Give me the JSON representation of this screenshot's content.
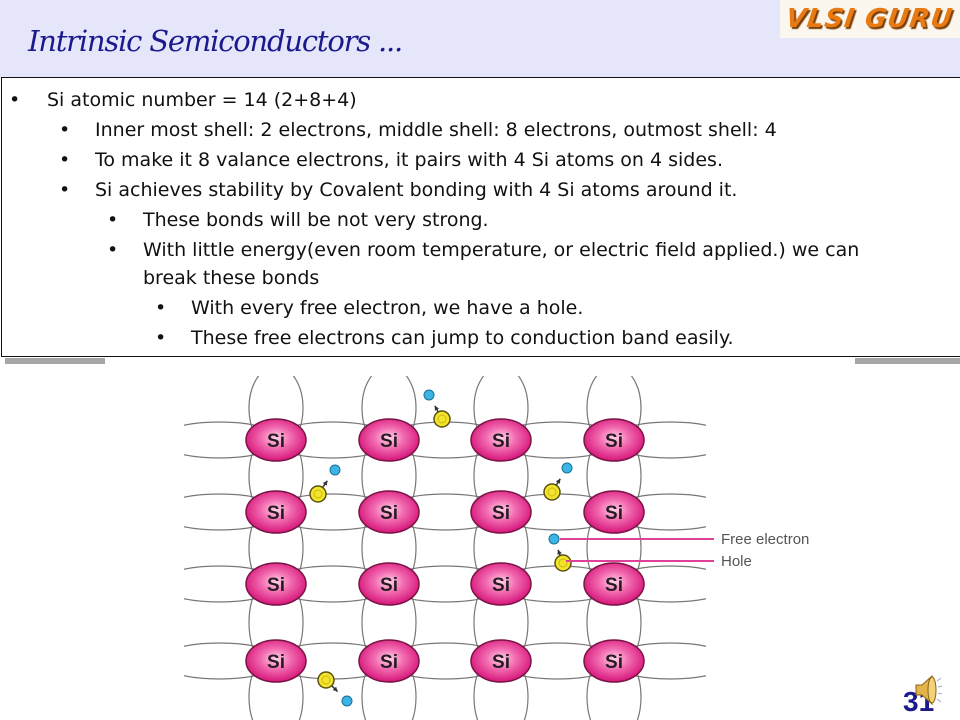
{
  "slide": {
    "title": "Intrinsic Semiconductors ...",
    "logo_text": "VLSI GURU",
    "page_number": "31",
    "colors": {
      "title": "#1a1a8c",
      "header_bg": "#e6e6fb",
      "logo": "#e87a13",
      "atom": "#e0207a",
      "hole": "#f2e52b",
      "electron": "#3cb4e6",
      "label_line": "#e0409a"
    }
  },
  "bullets": [
    {
      "level": 1,
      "text": "Si atomic number = 14 (2+8+4)"
    },
    {
      "level": 2,
      "text": "Inner most shell: 2 electrons, middle shell: 8 electrons, outmost shell: 4"
    },
    {
      "level": 2,
      "text": "To make it 8 valance electrons, it pairs with 4 Si atoms on 4 sides."
    },
    {
      "level": 2,
      "text": "Si achieves stability by Covalent bonding with 4 Si atoms around it."
    },
    {
      "level": 3,
      "text": "These bonds will be not very strong."
    },
    {
      "level": 3,
      "text": "With little energy(even room temperature, or electric field applied.) we can"
    },
    {
      "level": 3,
      "text": "break these bonds",
      "continuation": true
    },
    {
      "level": 4,
      "text": "With every free electron, we have a hole."
    },
    {
      "level": 4,
      "text": "These free electrons can jump to conduction band easily."
    }
  ],
  "diagram": {
    "atom_label": "Si",
    "rows": 4,
    "cols": 4,
    "legend": {
      "free_electron": "Free electron",
      "hole": "Hole"
    },
    "bullet_char": "•"
  }
}
